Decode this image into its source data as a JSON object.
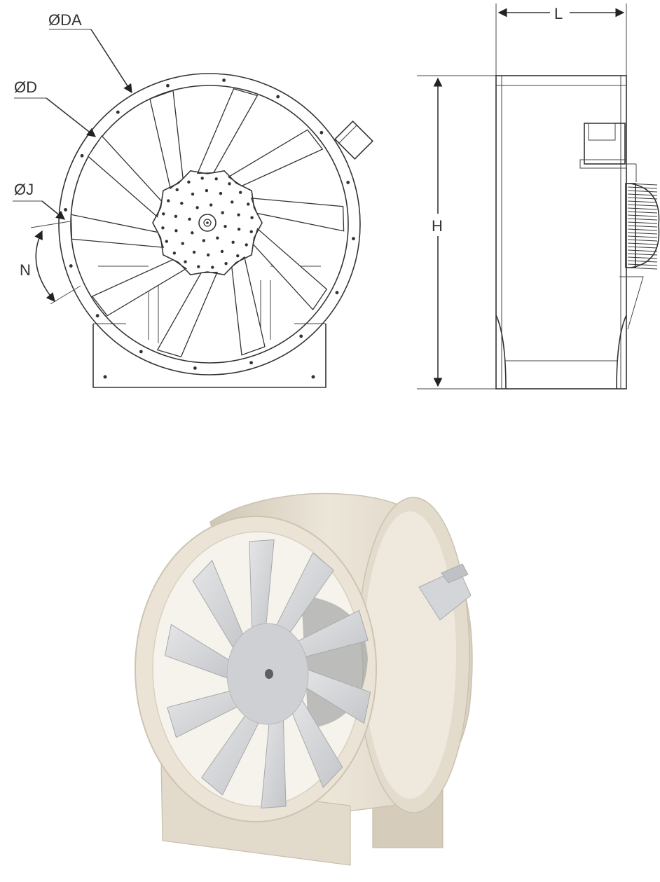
{
  "front_view": {
    "labels": {
      "outer_diameter": "ØDA",
      "inner_diameter": "ØD",
      "bolt_circle": "ØJ",
      "hole_count": "N"
    }
  },
  "side_view": {
    "labels": {
      "length": "L",
      "height": "H"
    }
  },
  "colors": {
    "line": "#333333",
    "casing": "#e8e1d3",
    "blade": "#d6d7d9"
  }
}
